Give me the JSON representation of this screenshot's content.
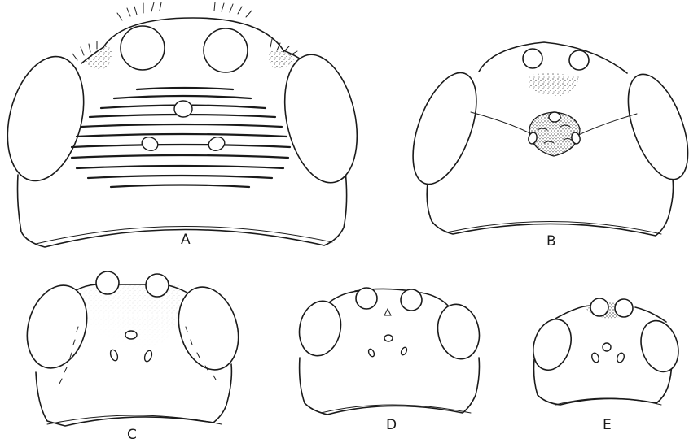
{
  "figure": {
    "panels": [
      {
        "id": "A",
        "label": "A"
      },
      {
        "id": "B",
        "label": "B"
      },
      {
        "id": "C",
        "label": "C"
      },
      {
        "id": "D",
        "label": "D"
      },
      {
        "id": "E",
        "label": "E"
      }
    ]
  },
  "colors": {
    "ink": "#1a1a1a",
    "paper": "#ffffff"
  }
}
